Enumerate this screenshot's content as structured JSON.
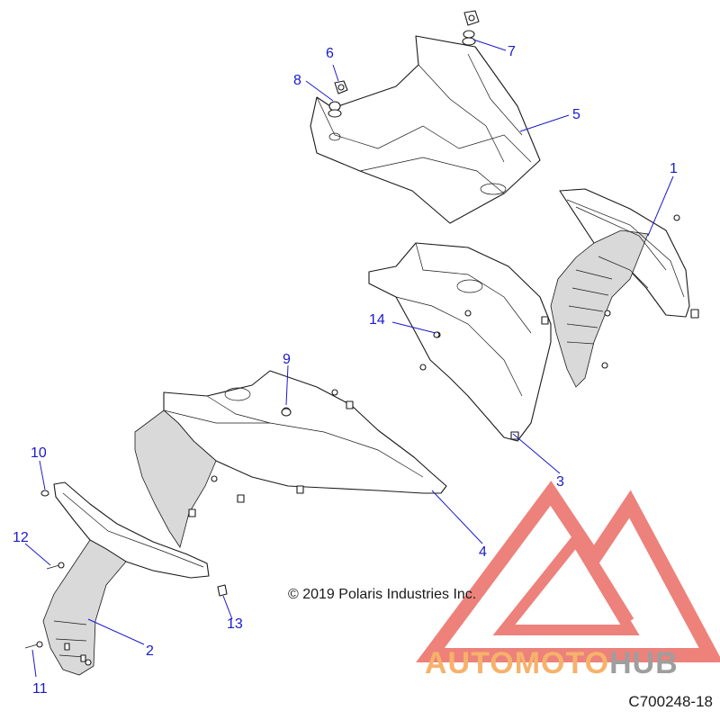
{
  "diagram": {
    "callouts": [
      "1",
      "2",
      "3",
      "4",
      "5",
      "6",
      "7",
      "8",
      "9",
      "10",
      "11",
      "12",
      "13",
      "14"
    ],
    "copyright": "© 2019 Polaris Industries Inc.",
    "diagram_code": "C700248-18"
  },
  "watermark": {
    "word_part_1": "AUTOMOTO",
    "word_part_2": "HUB",
    "colors": {
      "logo_red": "#e8584f",
      "text_orange": "#f6b26b",
      "text_grey": "#9e9e9e"
    }
  },
  "colors": {
    "callout": "#1a1acc",
    "line": "#1a1a1a"
  }
}
